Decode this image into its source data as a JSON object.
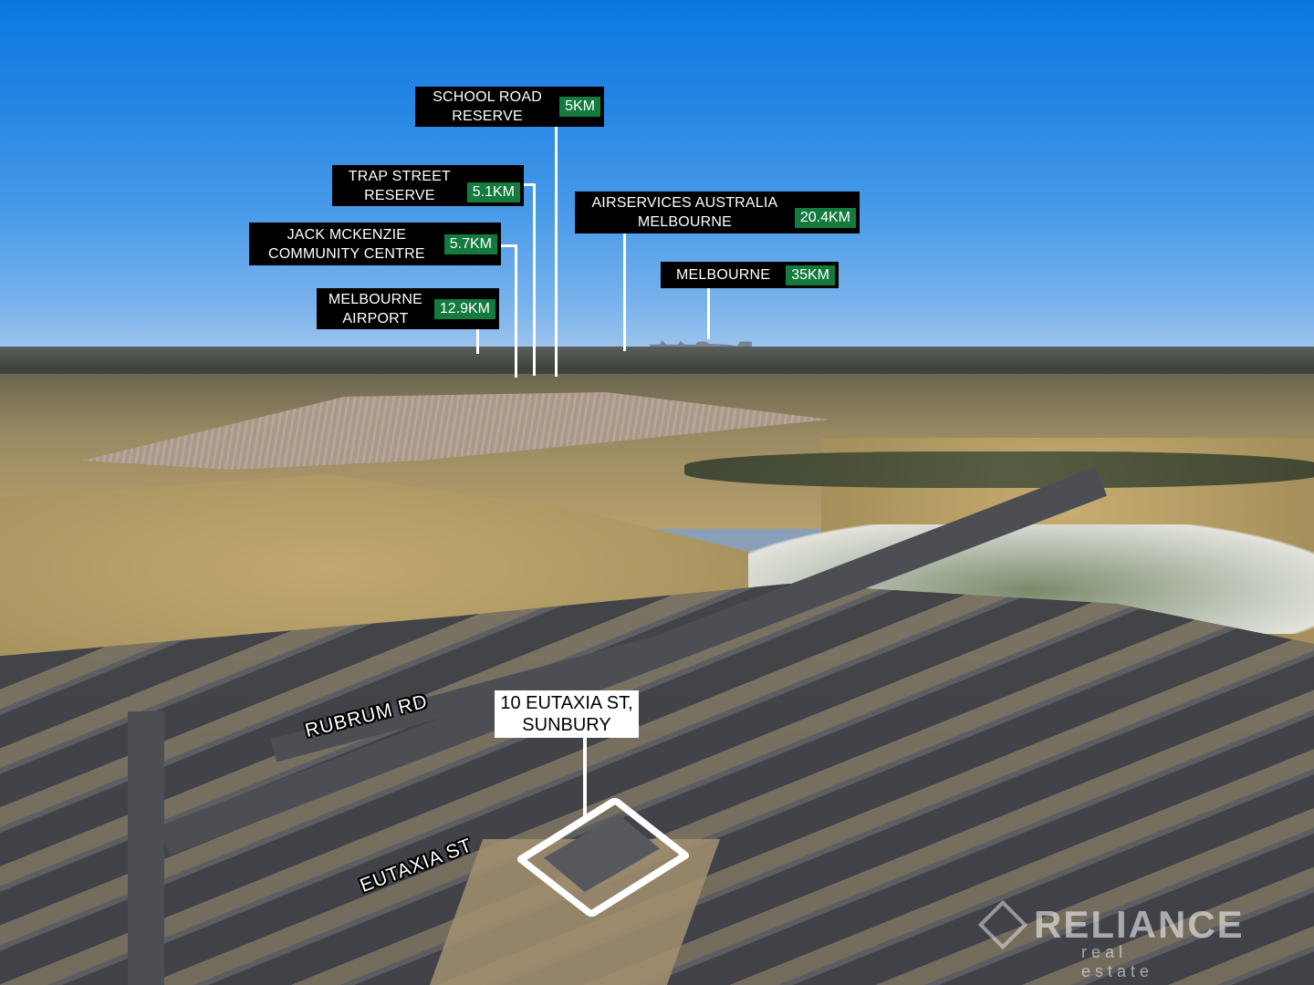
{
  "photo": {
    "type": "aerial real estate photo",
    "sky_color": "#2686e4",
    "label_bg": "#000000",
    "distance_badge_color": "#147a3e"
  },
  "poi_labels": [
    {
      "name": "SCHOOL ROAD\nRESERVE",
      "line1": "SCHOOL ROAD",
      "line2": "RESERVE",
      "distance": "5KM"
    },
    {
      "name": "TRAP STREET\nRESERVE",
      "line1": "TRAP STREET",
      "line2": "RESERVE",
      "distance": "5.1KM"
    },
    {
      "name": "JACK MCKENZIE\nCOMMUNITY CENTRE",
      "line1": "JACK MCKENZIE",
      "line2": "COMMUNITY CENTRE",
      "distance": "5.7KM"
    },
    {
      "name": "MELBOURNE\nAIRPORT",
      "line1": "MELBOURNE",
      "line2": "AIRPORT",
      "distance": "12.9KM"
    },
    {
      "name": "AIRSERVICES AUSTRALIA\nMELBOURNE",
      "line1": "AIRSERVICES AUSTRALIA",
      "line2": "MELBOURNE",
      "distance": "20.4KM"
    },
    {
      "name": "MELBOURNE",
      "line1": "MELBOURNE",
      "line2": "",
      "distance": "35KM"
    }
  ],
  "property": {
    "address_line1": "10 EUTAXIA ST,",
    "address_line2": "SUNBURY"
  },
  "streets": {
    "rubrum": "RUBRUM RD",
    "eutaxia": "EUTAXIA ST"
  },
  "watermark": {
    "brand": "RELIANCE",
    "sub": "real estate"
  }
}
